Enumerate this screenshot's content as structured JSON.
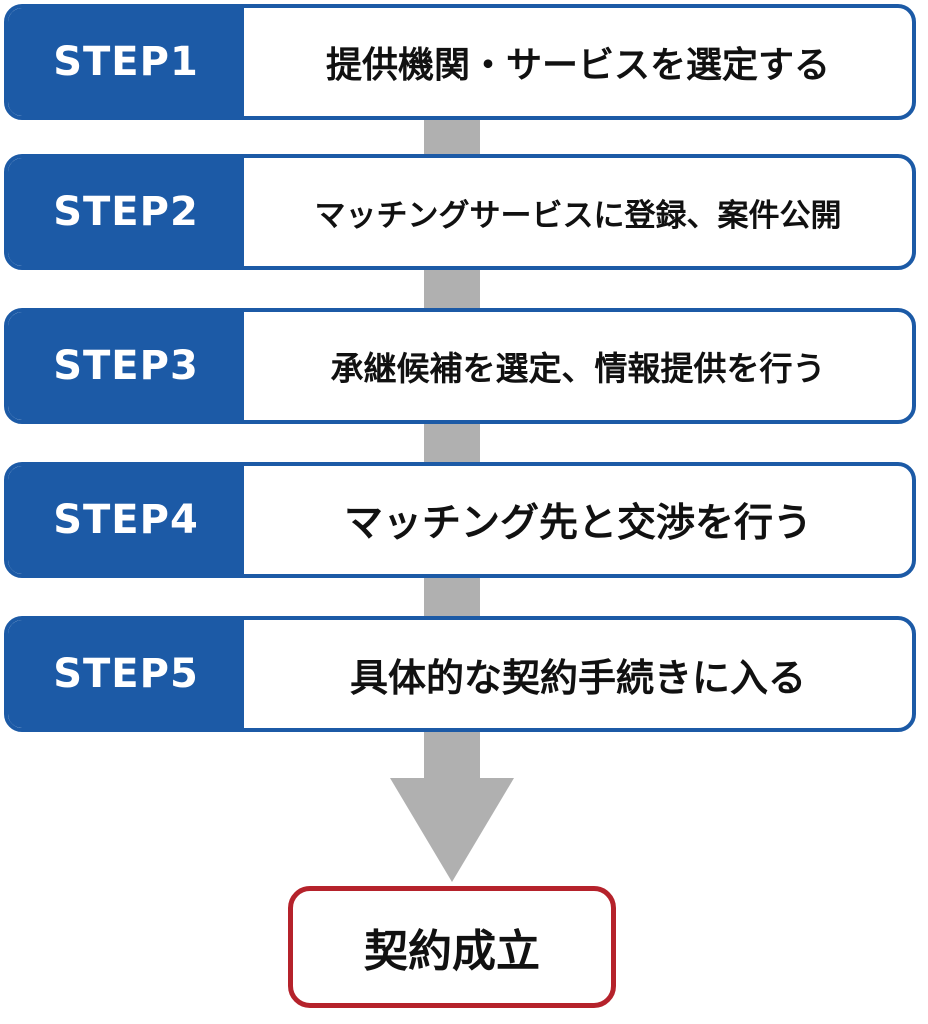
{
  "steps": [
    {
      "label": "STEP1",
      "text": "提供機関・サービスを選定する"
    },
    {
      "label": "STEP2",
      "text": "マッチングサービスに登録、案件公開"
    },
    {
      "label": "STEP3",
      "text": "承継候補を選定、情報提供を行う"
    },
    {
      "label": "STEP4",
      "text": "マッチング先と交渉を行う"
    },
    {
      "label": "STEP5",
      "text": "具体的な契約手続きに入る"
    }
  ],
  "result": {
    "text": "契約成立"
  },
  "colors": {
    "step_blue": "#1c5aa6",
    "connector_gray": "#b0b0b0",
    "result_red": "#b5222b"
  }
}
